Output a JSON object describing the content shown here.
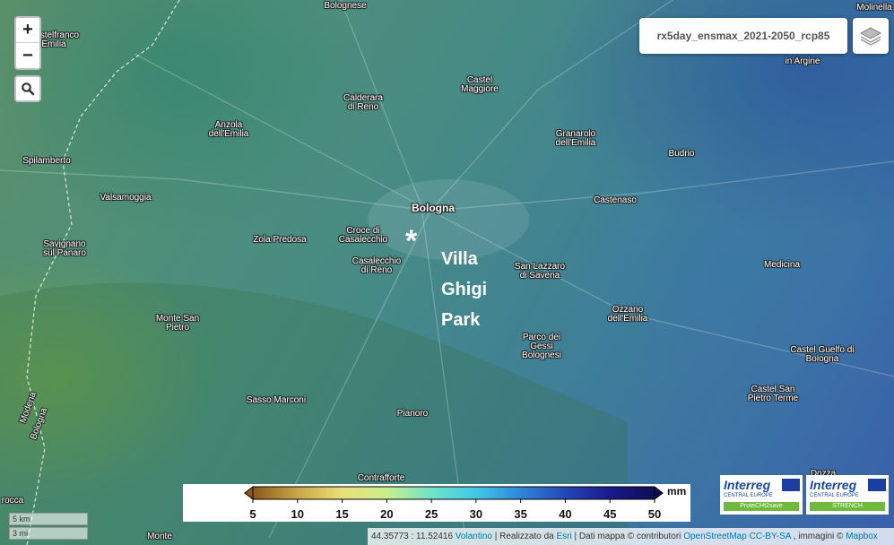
{
  "controls": {
    "zoom_in": "+",
    "zoom_out": "−",
    "search_icon": "magnifier-icon",
    "layers_icon": "layers-icon"
  },
  "layer_title": "rx5day_ensmax_2021-2050_rcp85",
  "marker": {
    "symbol": "*",
    "label_lines": [
      "Villa",
      "Ghigi",
      "Park"
    ]
  },
  "places": [
    {
      "name": "Bolognese"
    },
    {
      "name": "Molinella"
    },
    {
      "name": "Castelfranco Emilia"
    },
    {
      "name": "Castel Maggiore"
    },
    {
      "name": "in Argine"
    },
    {
      "name": "Calderara di Reno"
    },
    {
      "name": "Anzola dell'Emilia"
    },
    {
      "name": "Granarolo dell'Emilia"
    },
    {
      "name": "Budrio"
    },
    {
      "name": "Spilamberto"
    },
    {
      "name": "Valsamoggia"
    },
    {
      "name": "Bologna"
    },
    {
      "name": "Castenaso"
    },
    {
      "name": "Croce di Casalecchio"
    },
    {
      "name": "Zola Predosa"
    },
    {
      "name": "Savignano sul Panaro"
    },
    {
      "name": "Casalecchio di Reno"
    },
    {
      "name": "San Lazzaro di Savena"
    },
    {
      "name": "Medicina"
    },
    {
      "name": "Ozzano dell'Emilia"
    },
    {
      "name": "Monte San Pietro"
    },
    {
      "name": "Parco dei Gessi Bolognesi"
    },
    {
      "name": "Castel Guelfo di Bologna"
    },
    {
      "name": "Castel San Pietro Terme"
    },
    {
      "name": "Sasso Marconi"
    },
    {
      "name": "Pianoro"
    },
    {
      "name": "Modena"
    },
    {
      "name": "Bologna"
    },
    {
      "name": "Contrafforte"
    },
    {
      "name": "Dozza"
    },
    {
      "name": "rocca"
    },
    {
      "name": "Monte"
    }
  ],
  "legend": {
    "unit": "mm",
    "ticks": [
      5,
      10,
      15,
      20,
      25,
      30,
      35,
      40,
      45,
      50
    ],
    "min": 5,
    "max": 50,
    "colors": [
      "#8a5a1c",
      "#c9a647",
      "#e8e07a",
      "#c9ef8a",
      "#6fe3c8",
      "#43c6e6",
      "#2f86d8",
      "#2446b8",
      "#1a1a8c",
      "#0d0d55"
    ]
  },
  "logos": [
    {
      "name": "Interreg",
      "sub": "CENTRAL EUROPE",
      "tag": "ProteCHt2save"
    },
    {
      "name": "Interreg",
      "sub": "CENTRAL EUROPE",
      "tag": "STRENCH"
    }
  ],
  "scale": {
    "km": "5 km",
    "mi": "3 mi"
  },
  "attribution": {
    "coords": "44.35773 : 11.52416",
    "volantino": "Volantino",
    "realizzato": "| Realizzato da",
    "esri": "Esri",
    "dati": "| Dati mappa © contributori",
    "osm": "OpenStreetMap",
    "license": "CC-BY-SA",
    "immagini": ", immagini ©",
    "mapbox": "Mapbox"
  }
}
